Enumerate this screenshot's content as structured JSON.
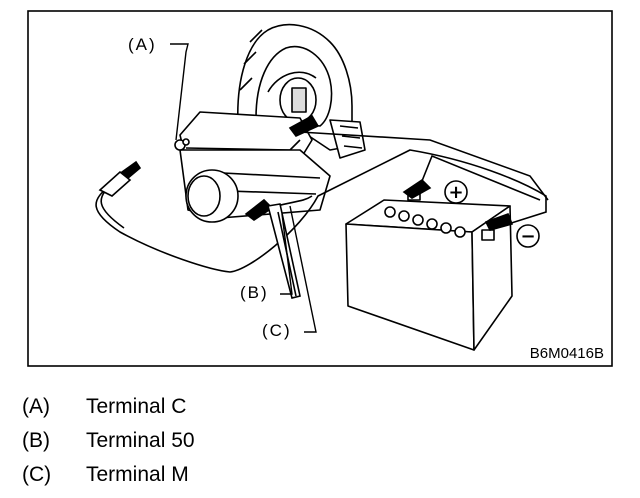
{
  "figure": {
    "callouts": {
      "a": "(A)",
      "b": "(B)",
      "c": "(C)"
    },
    "polarity": {
      "positive": "+",
      "negative": "−"
    },
    "image_code": "B6M0416B"
  },
  "legend": [
    {
      "key": "(A)",
      "label": "Terminal C"
    },
    {
      "key": "(B)",
      "label": "Terminal 50"
    },
    {
      "key": "(C)",
      "label": "Terminal M"
    }
  ]
}
